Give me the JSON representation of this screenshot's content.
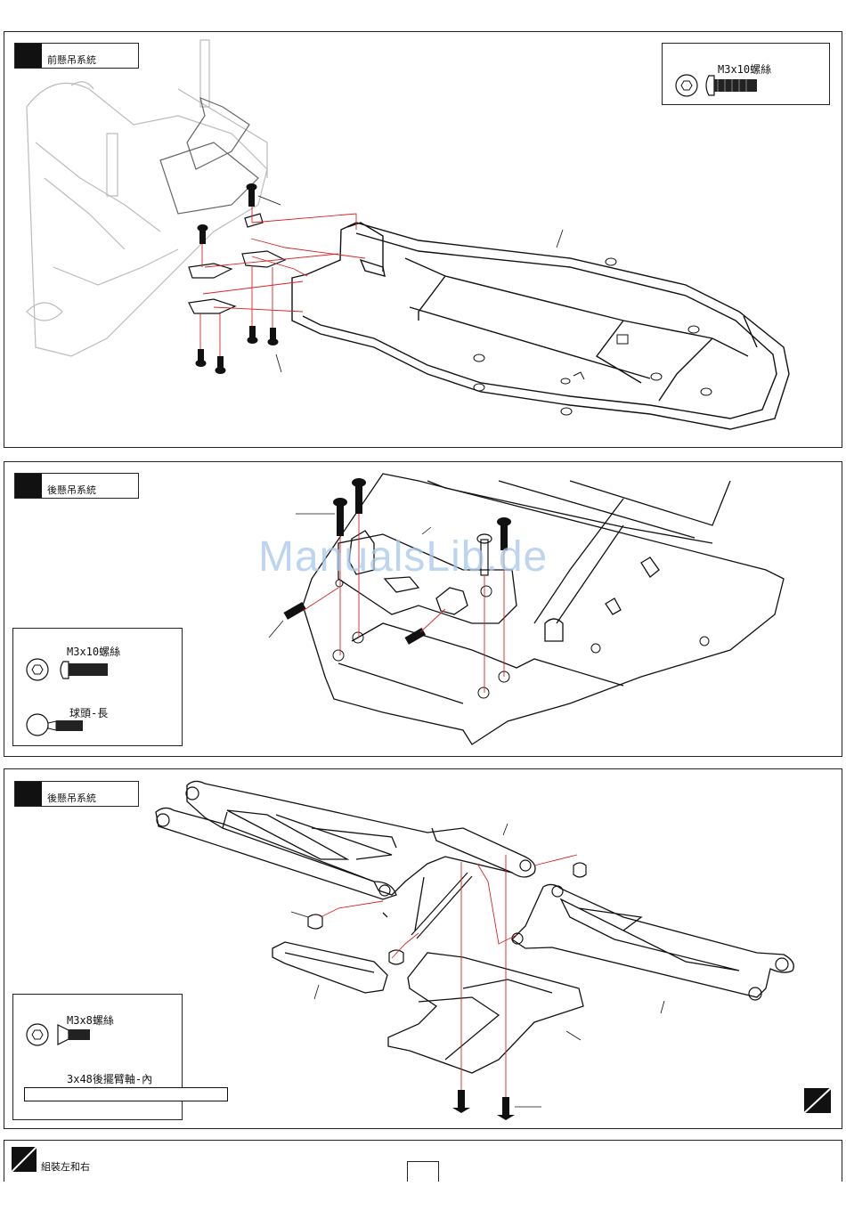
{
  "watermark": "ManualsLib.de",
  "steps": [
    {
      "title": "前懸吊系統"
    },
    {
      "title": "後懸吊系統"
    },
    {
      "title": "後懸吊系統"
    }
  ],
  "footer": {
    "title": "組裝左和右"
  },
  "parts": {
    "step1": [
      "M3x10螺絲"
    ],
    "step2": [
      "M3x10螺絲",
      "球頭-長"
    ],
    "step3": [
      "M3x8螺絲",
      "3x48後擺臂軸-內"
    ]
  }
}
